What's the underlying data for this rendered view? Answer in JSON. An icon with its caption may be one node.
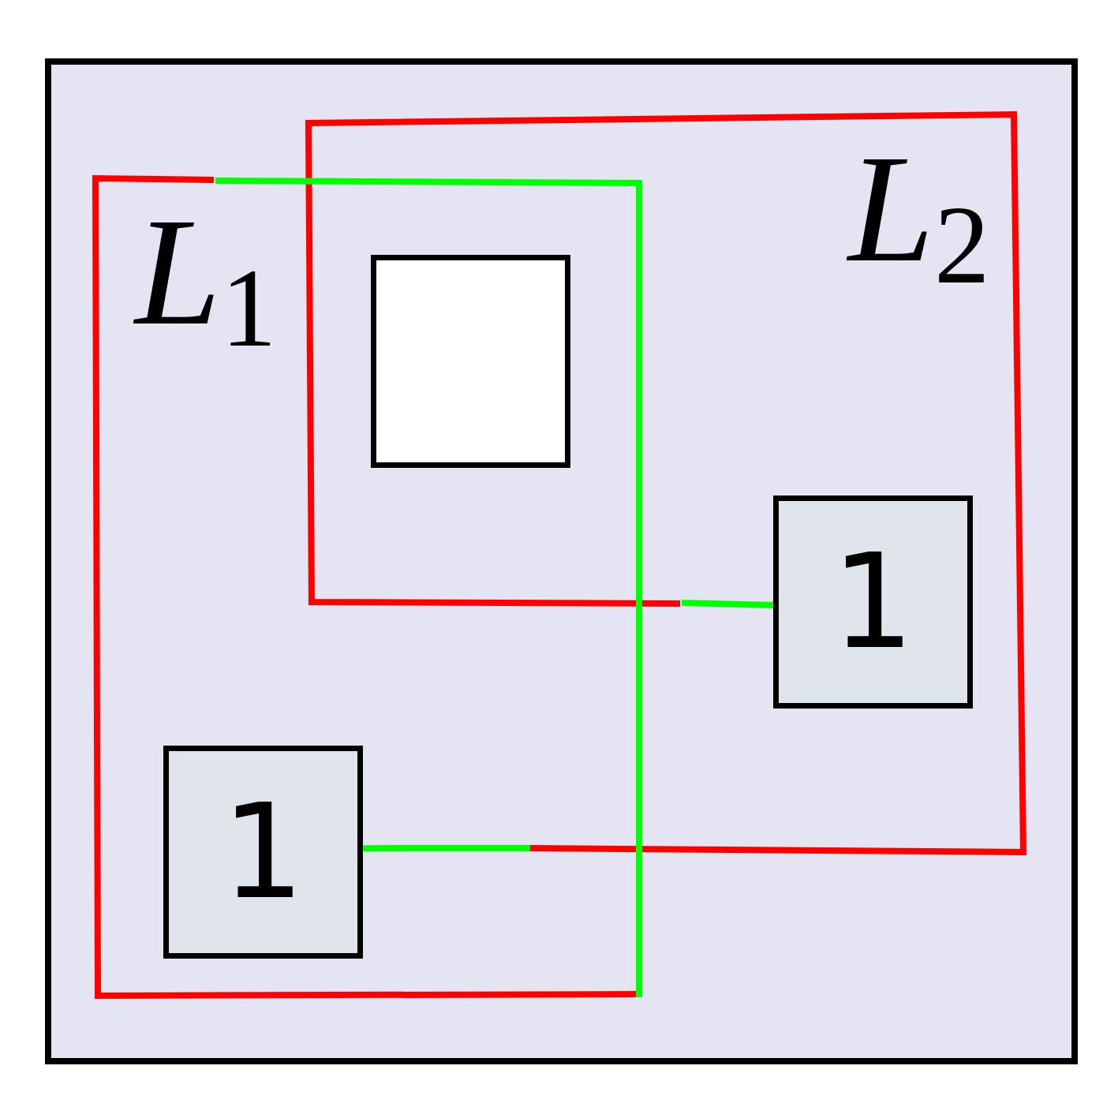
{
  "diagram": {
    "nodes": [
      {
        "text": [],
        "shape": "box"
      },
      {
        "text": [],
        "shape": "box",
        "in": 0
      },
      {
        "text": [
          "1"
        ],
        "in": 0
      },
      {
        "text": [
          "1"
        ],
        "in": 0
      }
    ],
    "edges": [
      {
        "from": 2,
        "to": 3,
        "arrow": "none",
        "color": "#ff0000"
      }
    ],
    "labels": [
      "*L*$_{1}$",
      "*L*$_{2}$"
    ]
  }
}
